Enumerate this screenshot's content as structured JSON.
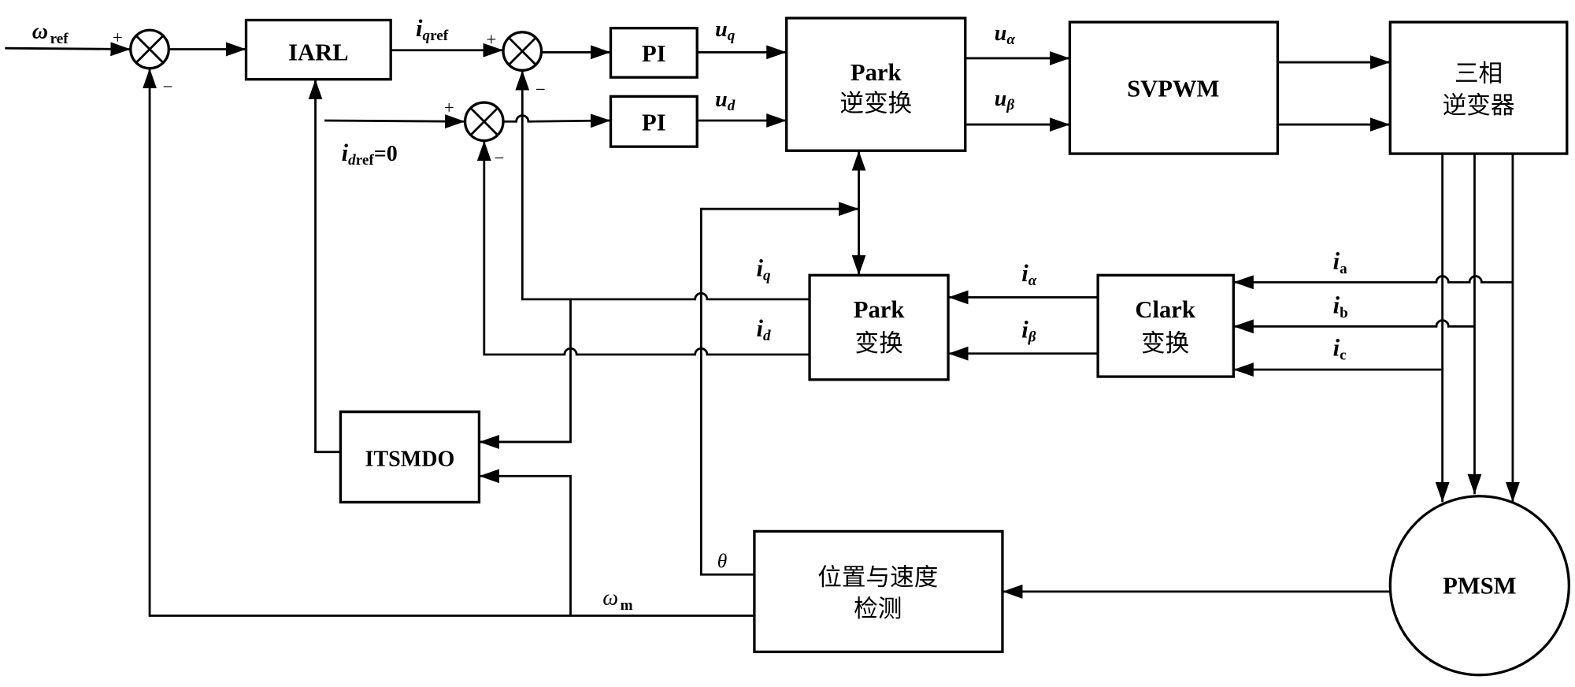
{
  "diagram": {
    "title": "PMSM vector control block diagram",
    "blocks": {
      "iarl": "IARL",
      "pi_q": "PI",
      "pi_d": "PI",
      "park_inv_line1": "Park",
      "park_inv_line2": "逆变换",
      "svpwm": "SVPWM",
      "inverter_line1": "三相",
      "inverter_line2": "逆变器",
      "park_line1": "Park",
      "park_line2": "变换",
      "clark_line1": "Clark",
      "clark_line2": "变换",
      "itsmdo": "ITSMDO",
      "detect_line1": "位置与速度",
      "detect_line2": "检测",
      "pmsm": "PMSM"
    },
    "signals": {
      "omega_ref_main": "ω",
      "omega_ref_sub": "ref",
      "iqref_main": "i",
      "iqref_sub1": "q",
      "iqref_sub2": "ref",
      "idref_main": "i",
      "idref_sub1": "d",
      "idref_sub2": "ref",
      "idref_value": "=0",
      "uq_main": "u",
      "uq_sub": "q",
      "ud_main": "u",
      "ud_sub": "d",
      "ualpha_main": "u",
      "ualpha_sub": "α",
      "ubeta_main": "u",
      "ubeta_sub": "β",
      "iq_main": "i",
      "iq_sub": "q",
      "id_main": "i",
      "id_sub": "d",
      "ialpha_main": "i",
      "ialpha_sub": "α",
      "ibeta_main": "i",
      "ibeta_sub": "β",
      "ia_main": "i",
      "ia_sub": "a",
      "ib_main": "i",
      "ib_sub": "b",
      "ic_main": "i",
      "ic_sub": "c",
      "theta": "θ",
      "omega_m_main": "ω",
      "omega_m_sub": "m"
    },
    "signs": {
      "plus": "+",
      "minus": "−"
    }
  }
}
